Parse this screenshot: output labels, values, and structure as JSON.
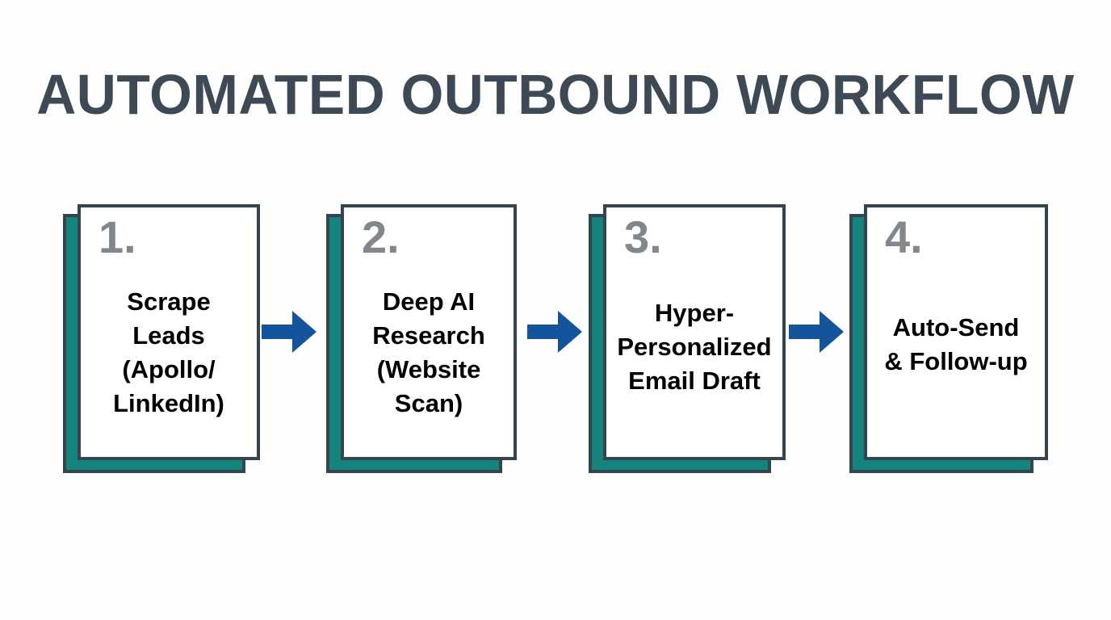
{
  "title": "AUTOMATED OUTBOUND WORKFLOW",
  "theme": {
    "background": "#fefefe",
    "title_color": "#3d4a55",
    "card_background": "#ffffff",
    "card_border": "#36444f",
    "shadow_card": "#15847c",
    "step_number_color": "#82878d",
    "label_color": "#000000",
    "arrow_color": "#14549c"
  },
  "steps": [
    {
      "number": "1.",
      "label": "Scrape\nLeads\n(Apollo/\nLinkedIn)",
      "name": "scrape-leads"
    },
    {
      "number": "2.",
      "label": "Deep AI\nResearch\n(Website\nScan)",
      "name": "deep-ai-research"
    },
    {
      "number": "3.",
      "label": "Hyper-\nPersonalized\nEmail Draft",
      "name": "hyper-personalized-email-draft"
    },
    {
      "number": "4.",
      "label": "Auto-Send\n& Follow-up",
      "name": "auto-send-follow-up"
    }
  ],
  "arrows": [
    {
      "from": "1",
      "to": "2",
      "direction": "right"
    },
    {
      "from": "2",
      "to": "3",
      "direction": "right"
    },
    {
      "from": "3",
      "to": "4",
      "direction": "right"
    }
  ]
}
